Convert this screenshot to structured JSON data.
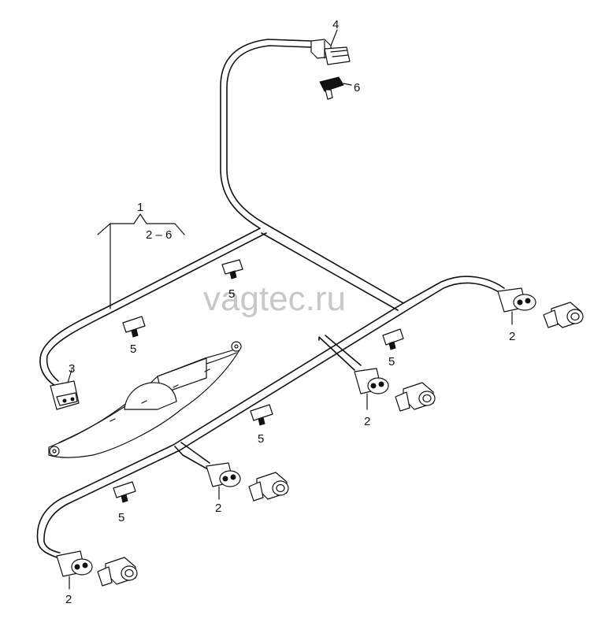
{
  "watermark": "vagtec.ru",
  "labels": {
    "main_part": "1",
    "main_part_range": "2 – 6",
    "sensor_a": "2",
    "sensor_b": "2",
    "sensor_c": "2",
    "sensor_d": "2",
    "connector_3": "3",
    "connector_4": "4",
    "clip_a": "5",
    "clip_b": "5",
    "clip_c": "5",
    "clip_d": "5",
    "clip_e": "5",
    "holder_6": "6"
  }
}
